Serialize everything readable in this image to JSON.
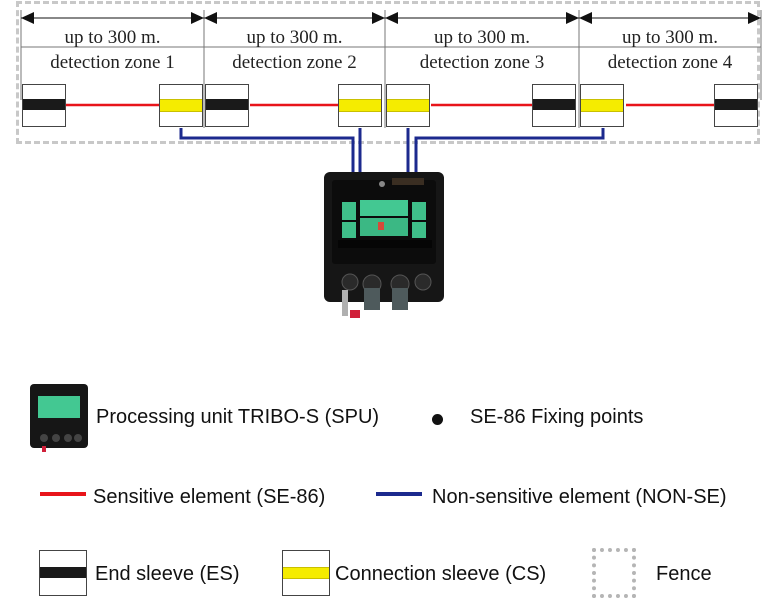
{
  "diagram": {
    "zones": [
      {
        "length_label": "up to 300 m.",
        "zone_label": "detection zone 1"
      },
      {
        "length_label": "up to 300 m.",
        "zone_label": "detection zone 2"
      },
      {
        "length_label": "up to 300 m.",
        "zone_label": "detection zone 3"
      },
      {
        "length_label": "up to 300 m.",
        "zone_label": "detection zone 4"
      }
    ],
    "colors": {
      "sensitive_element": "#e8141a",
      "non_sensitive_element": "#1c2a8e",
      "end_sleeve_band": "#1a1a1a",
      "connection_sleeve_band": "#f5ec00",
      "fence": "#bdbdbd"
    }
  },
  "legend": {
    "spu": "Processing unit TRIBO-S (SPU)",
    "fixing_points": "SE-86 Fixing points",
    "sensitive": "Sensitive element (SE-86)",
    "non_sensitive": "Non-sensitive element (NON-SE)",
    "end_sleeve": "End sleeve (ES)",
    "connection_sleeve": "Connection sleeve (CS)",
    "fence": "Fence"
  }
}
